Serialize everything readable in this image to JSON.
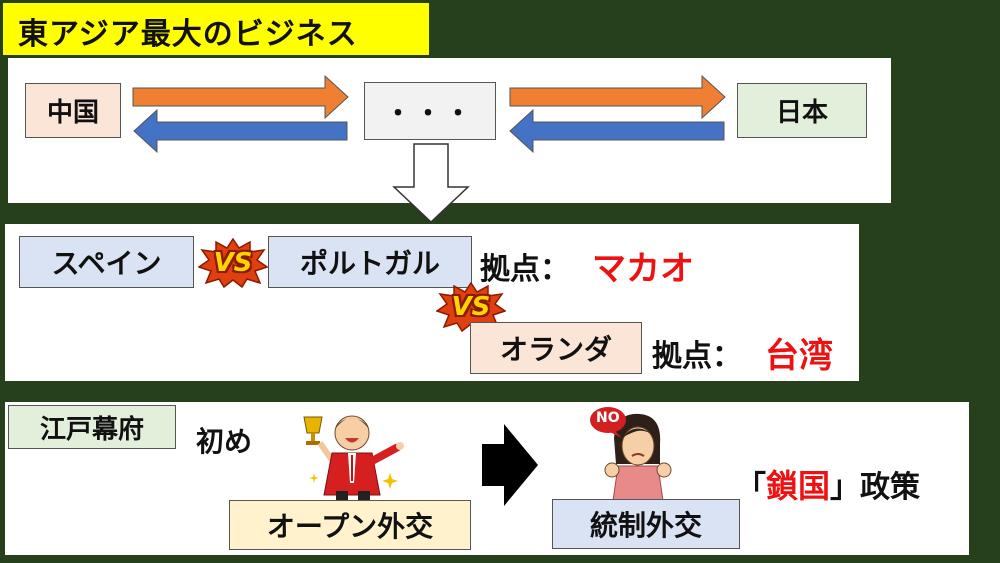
{
  "title": "東アジア最大のビジネス",
  "trade": {
    "china": "中国",
    "middle": "・・・",
    "japan": "日本",
    "arrow_orange": "#ef7f32",
    "arrow_blue": "#4472c4"
  },
  "rivalry": {
    "spain": "スペイン",
    "vs_label": "VS",
    "portugal": "ポルトガル",
    "portugal_base_label": "拠点：",
    "portugal_base": "マカオ",
    "netherlands": "オランダ",
    "netherlands_base_label": "拠点：",
    "netherlands_base": "台湾"
  },
  "shogunate": {
    "title": "江戸幕府",
    "early_label": "初め",
    "open_policy": "オープン外交",
    "controlled_policy": "統制外交",
    "sakoku_open": "「",
    "sakoku_word": "鎖国",
    "sakoku_close": "」政策",
    "no_badge": "NO"
  },
  "colors": {
    "title_bg": "#ffff00",
    "background": "#27401c",
    "accent_red": "#ee1111",
    "box_blue": "#dae3f3",
    "box_peach": "#fbe5d6",
    "box_cream": "#fff2cc",
    "box_green": "#e2efda",
    "box_gray": "#f2f2f2"
  }
}
